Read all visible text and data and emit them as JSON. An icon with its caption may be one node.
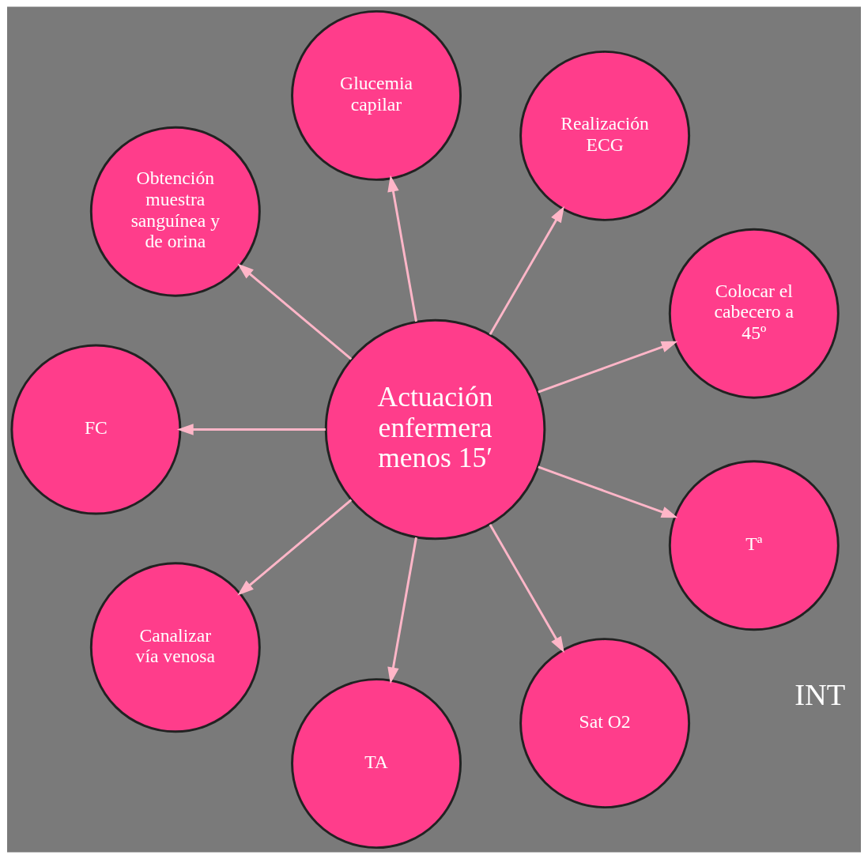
{
  "diagram": {
    "nodes": [
      {
        "text": [
          "Actuación enfermera menos 15′"
        ]
      },
      {
        "text": [
          "Colocar el cabecero a 45º"
        ]
      },
      {
        "text": [
          "Realización ECG"
        ]
      },
      {
        "text": [
          "Glucemia capilar"
        ]
      },
      {
        "text": [
          "Obtención muestra sanguínea y de orina"
        ]
      },
      {
        "text": [
          "FC"
        ]
      },
      {
        "text": [
          "Canalizar vía venosa"
        ]
      },
      {
        "text": [
          "TA"
        ]
      },
      {
        "text": [
          "Sat O2"
        ]
      },
      {
        "text": [
          "Tª"
        ]
      }
    ],
    "edges": [
      {
        "from": 0,
        "to": 1,
        "arrow": "to"
      },
      {
        "from": 0,
        "to": 3,
        "arrow": "to"
      },
      {
        "from": 0,
        "to": 5,
        "arrow": "to"
      },
      {
        "from": 0,
        "to": 7,
        "arrow": "to"
      },
      {
        "from": 0,
        "to": 9,
        "arrow": "to"
      },
      {
        "from": 0,
        "to": 8,
        "arrow": "to"
      },
      {
        "from": 0,
        "to": 6,
        "arrow": "to"
      },
      {
        "from": 0,
        "to": 4,
        "arrow": "to"
      },
      {
        "from": 0,
        "to": 2,
        "arrow": "to"
      }
    ],
    "labels": [
      "INT"
    ]
  }
}
